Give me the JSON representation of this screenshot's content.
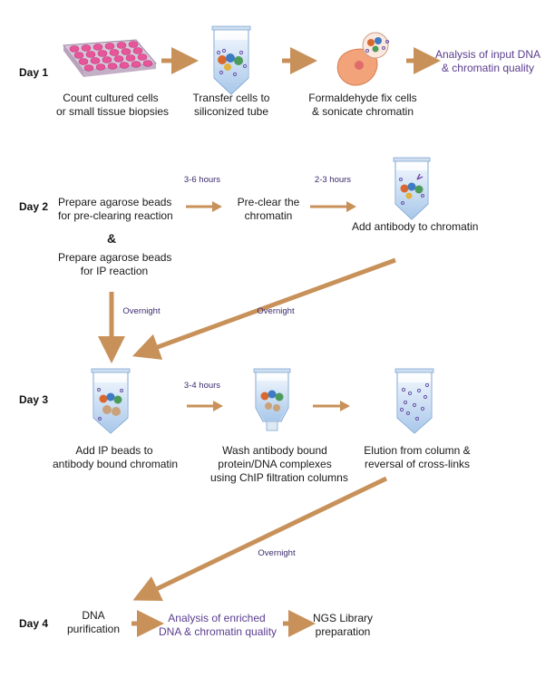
{
  "days": [
    "Day 1",
    "Day 2",
    "Day 3",
    "Day 4"
  ],
  "day1": {
    "step1": [
      "Count cultured cells",
      "or small tissue biopsies"
    ],
    "step2": [
      "Transfer cells to",
      "siliconized tube"
    ],
    "step3": [
      "Formaldehyde fix cells",
      "& sonicate chromatin"
    ],
    "step4": [
      "Analysis of input DNA",
      "& chromatin quality"
    ]
  },
  "day2": {
    "beads1": [
      "Prepare agarose beads",
      "for pre-clearing reaction"
    ],
    "amp": "&",
    "beads2": [
      "Prepare agarose beads",
      "for IP reaction"
    ],
    "time1": "3-6 hours",
    "preclear": [
      "Pre-clear the",
      "chromatin"
    ],
    "time2": "2-3 hours",
    "antibody": "Add antibody to chromatin",
    "overnight_a": "Overnight",
    "overnight_b": "Overnight"
  },
  "day3": {
    "ipbeads": [
      "Add IP beads to",
      "antibody bound chromatin"
    ],
    "time1": "3-4 hours",
    "wash": [
      "Wash antibody bound",
      "protein/DNA complexes",
      "using ChIP filtration columns"
    ],
    "elution": [
      "Elution from column &",
      "reversal of cross-links"
    ],
    "overnight": "Overnight"
  },
  "day4": {
    "dna": [
      "DNA",
      "purification"
    ],
    "analysis": [
      "Analysis of enriched",
      "DNA & chromatin quality"
    ],
    "ngs": [
      "NGS Library",
      "preparation"
    ]
  },
  "colors": {
    "arrow": "#c8915a",
    "accent_text": "#5b3d8f",
    "time_text": "#3b2a6e"
  }
}
